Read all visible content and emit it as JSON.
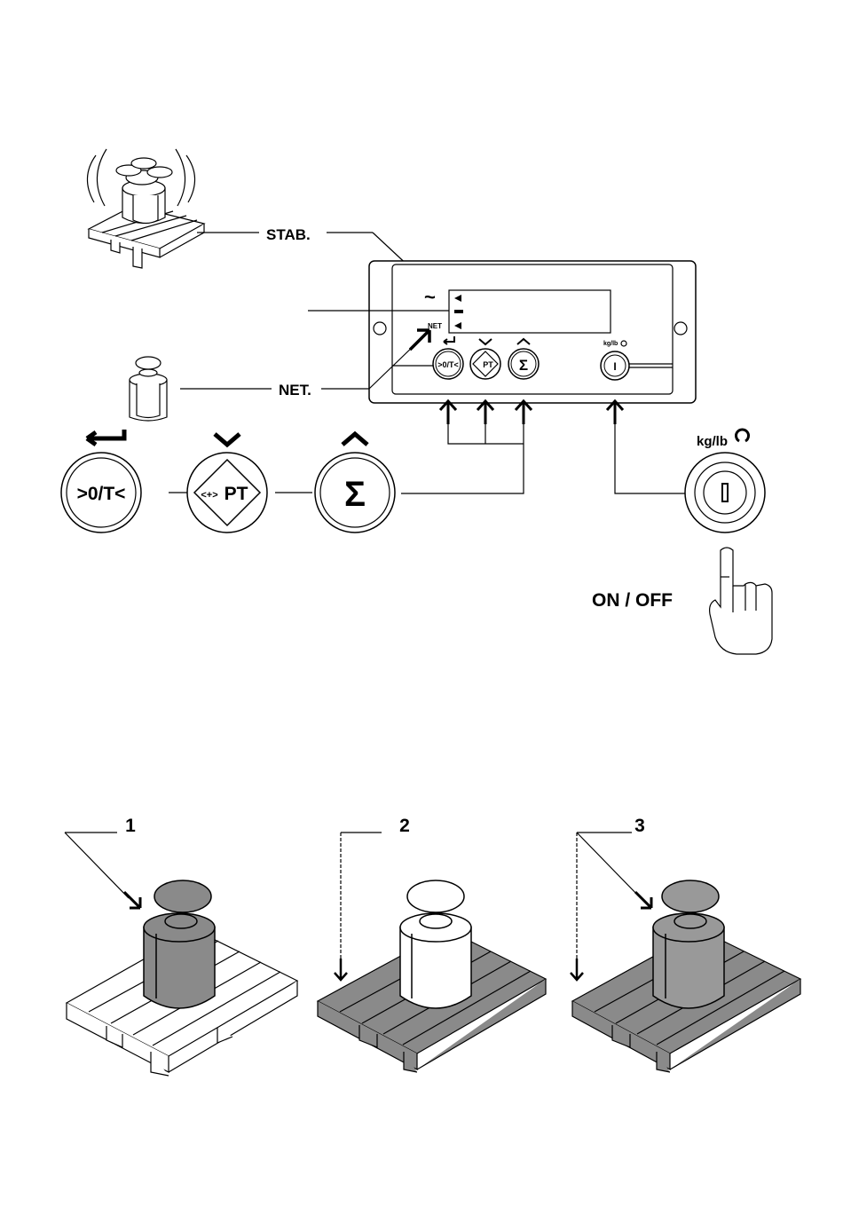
{
  "labels": {
    "stab": "STAB.",
    "net": "NET.",
    "net_indicator": "NET",
    "on_off": "ON / OFF",
    "kg_lb": "kg/lb",
    "kg_lb_small": "kg/lb",
    "zero_tare": ">0/T<",
    "zero_tare_small": ">0/T<",
    "pt": "PT",
    "pt_small": "PT",
    "pt_arrow": "<+>",
    "pt_arrow_small": "<+>",
    "sigma": "Σ",
    "sigma_small": "Σ",
    "power": "I",
    "power_small": "I",
    "tilde": "~"
  },
  "steps": [
    {
      "number": "1"
    },
    {
      "number": "2"
    },
    {
      "number": "3"
    }
  ],
  "colors": {
    "ink": "#000000",
    "dark_fill": "#888888",
    "light_fill": "#ffffff",
    "pallet_gray": "#8a8a8a",
    "weight_gray": "#999999"
  }
}
